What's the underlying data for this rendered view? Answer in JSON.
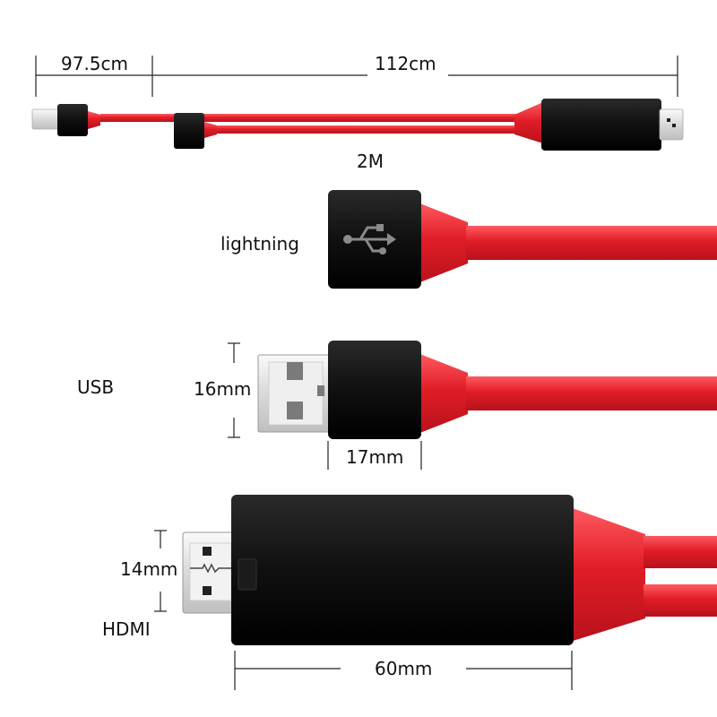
{
  "dimensions": {
    "total_left": "97.5cm",
    "total_right": "112cm",
    "cable_length": "2M",
    "usb_width": "16mm",
    "usb_connector_length": "17mm",
    "hdmi_width": "14mm",
    "hdmi_housing_length": "60mm"
  },
  "connectors": {
    "lightning": "lightning",
    "usb": "USB",
    "hdmi": "HDMI"
  },
  "icons": {
    "usb_logo": "usb-trident-icon"
  },
  "colors": {
    "cable": "#e0202a",
    "cable_highlight": "#ff5a5f",
    "housing": "#121212",
    "metal": "#e6e6e6",
    "dimension_line": "#222222"
  }
}
